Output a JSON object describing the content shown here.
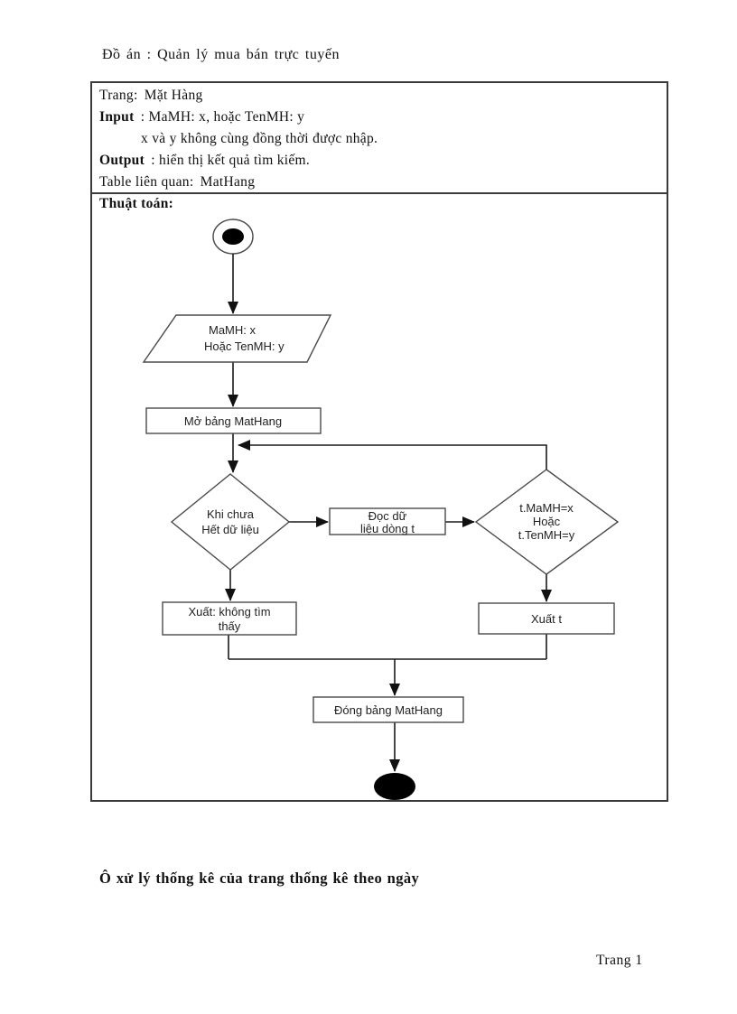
{
  "header": {
    "title": "Đồ án : Quản lý mua bán trực tuyến"
  },
  "spec": {
    "trang_label": "Trang:",
    "trang_value": "Mặt Hàng",
    "input_label": "Input",
    "input_rest": ": MaMH: x, hoặc TenMH: y",
    "input_note": "x và y không cùng đồng thời được nhập.",
    "output_label": "Output",
    "output_rest": ": hiển thị kết quả tìm kiếm.",
    "table_label": "Table liên quan:",
    "table_value": "MatHang",
    "algorithm_label": "Thuật toán:"
  },
  "flowchart": {
    "input_shape": {
      "line1": "MaMH: x",
      "line2": "Hoặc TenMH: y"
    },
    "open_table": {
      "label": "Mở bảng MatHang"
    },
    "loop_condition": {
      "line1": "Khi chưa",
      "line2": "Hết dữ liệu"
    },
    "read_row": {
      "line1": "Đọc dữ",
      "line2": "liệu dòng t"
    },
    "match_condition": {
      "line1": "t.MaMH=x",
      "line2": "Hoặc",
      "line3": "t.TenMH=y"
    },
    "not_found": {
      "line1": "Xuất: không tìm",
      "line2": "thấy"
    },
    "output_t": {
      "label": "Xuất t"
    },
    "close_table": {
      "label": "Đóng bảng MatHang"
    }
  },
  "section_note": "Ô xử lý thống kê của trang thống kê theo ngày",
  "footer": {
    "page_label": "Trang 1"
  },
  "colors": {
    "ink": "#1a1a1a",
    "shape_border": "#4a4a4a",
    "background": "#ffffff"
  }
}
